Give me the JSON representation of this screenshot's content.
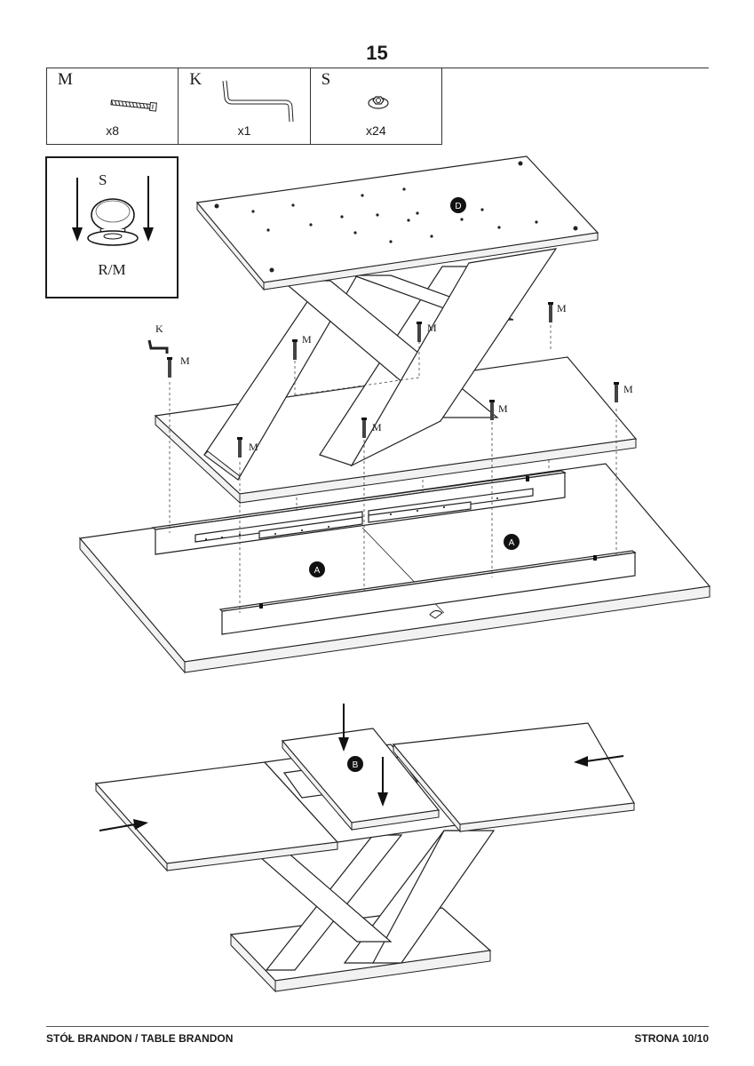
{
  "page": {
    "step_number": "15",
    "footer_left": "STÓŁ BRANDON / TABLE BRANDON",
    "footer_right": "STRONA 10/10"
  },
  "parts": [
    {
      "letter": "M",
      "quantity": "x8",
      "icon": "screw-icon"
    },
    {
      "letter": "K",
      "quantity": "x1",
      "icon": "allen-key-icon"
    },
    {
      "letter": "S",
      "quantity": "x24",
      "icon": "cap-icon"
    }
  ],
  "detail": {
    "label_top": "S",
    "label_bottom": "R/M",
    "icon": "cap-press-icon"
  },
  "exploded_view": {
    "screw_labels": [
      "M",
      "M",
      "M",
      "M",
      "M",
      "M",
      "M",
      "M"
    ],
    "key_label": "K",
    "badges": [
      "D",
      "A",
      "A"
    ]
  },
  "assembled_view": {
    "badges": [
      "B"
    ]
  }
}
